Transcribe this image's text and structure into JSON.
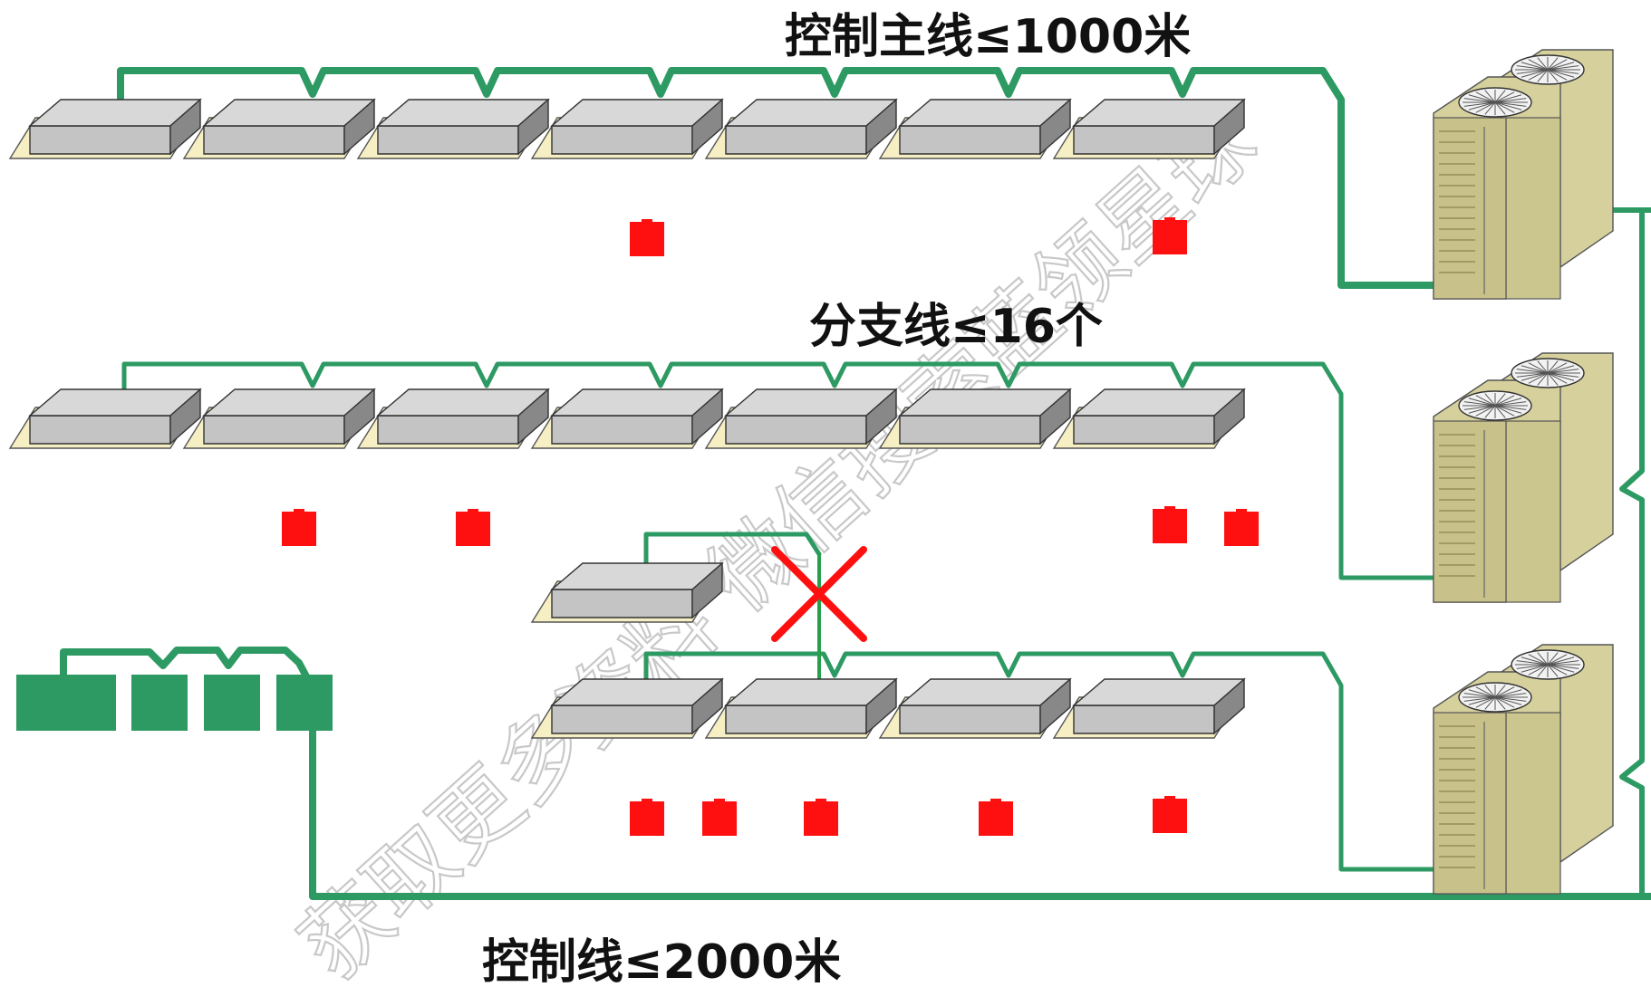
{
  "labels": {
    "top": "控制主线≤1000米",
    "middle": "分支线≤16个",
    "bottom": "控制线≤2000米"
  },
  "watermark": "获取更多资料 微信搜索蓝领星球",
  "colors": {
    "line": "#2e9a63",
    "line_thin": "#26a04a",
    "unit_top": "#d8d8d8",
    "unit_front": "#c4c4c4",
    "unit_side": "#888888",
    "unit_base": "#f6efc4",
    "controller": "#ff1010",
    "cross": "#ff1010",
    "outdoor_body": "#d6d19c",
    "outdoor_dark": "#a29c64"
  },
  "rows": [
    {
      "id": "row-1",
      "indoor_units": 7,
      "controllers": 2
    },
    {
      "id": "row-2",
      "indoor_units": 7,
      "controllers": 4
    },
    {
      "id": "row-3",
      "indoor_units": 4,
      "controllers": 5,
      "invalid_branch_units": 1
    }
  ],
  "outdoor_units": 3,
  "central_controllers": 4,
  "icons": {
    "indoor_unit": "cassette-indoor-unit-icon",
    "outdoor_unit": "vrf-outdoor-unit-icon",
    "controller": "wired-controller-icon",
    "invalid": "red-x-icon"
  }
}
